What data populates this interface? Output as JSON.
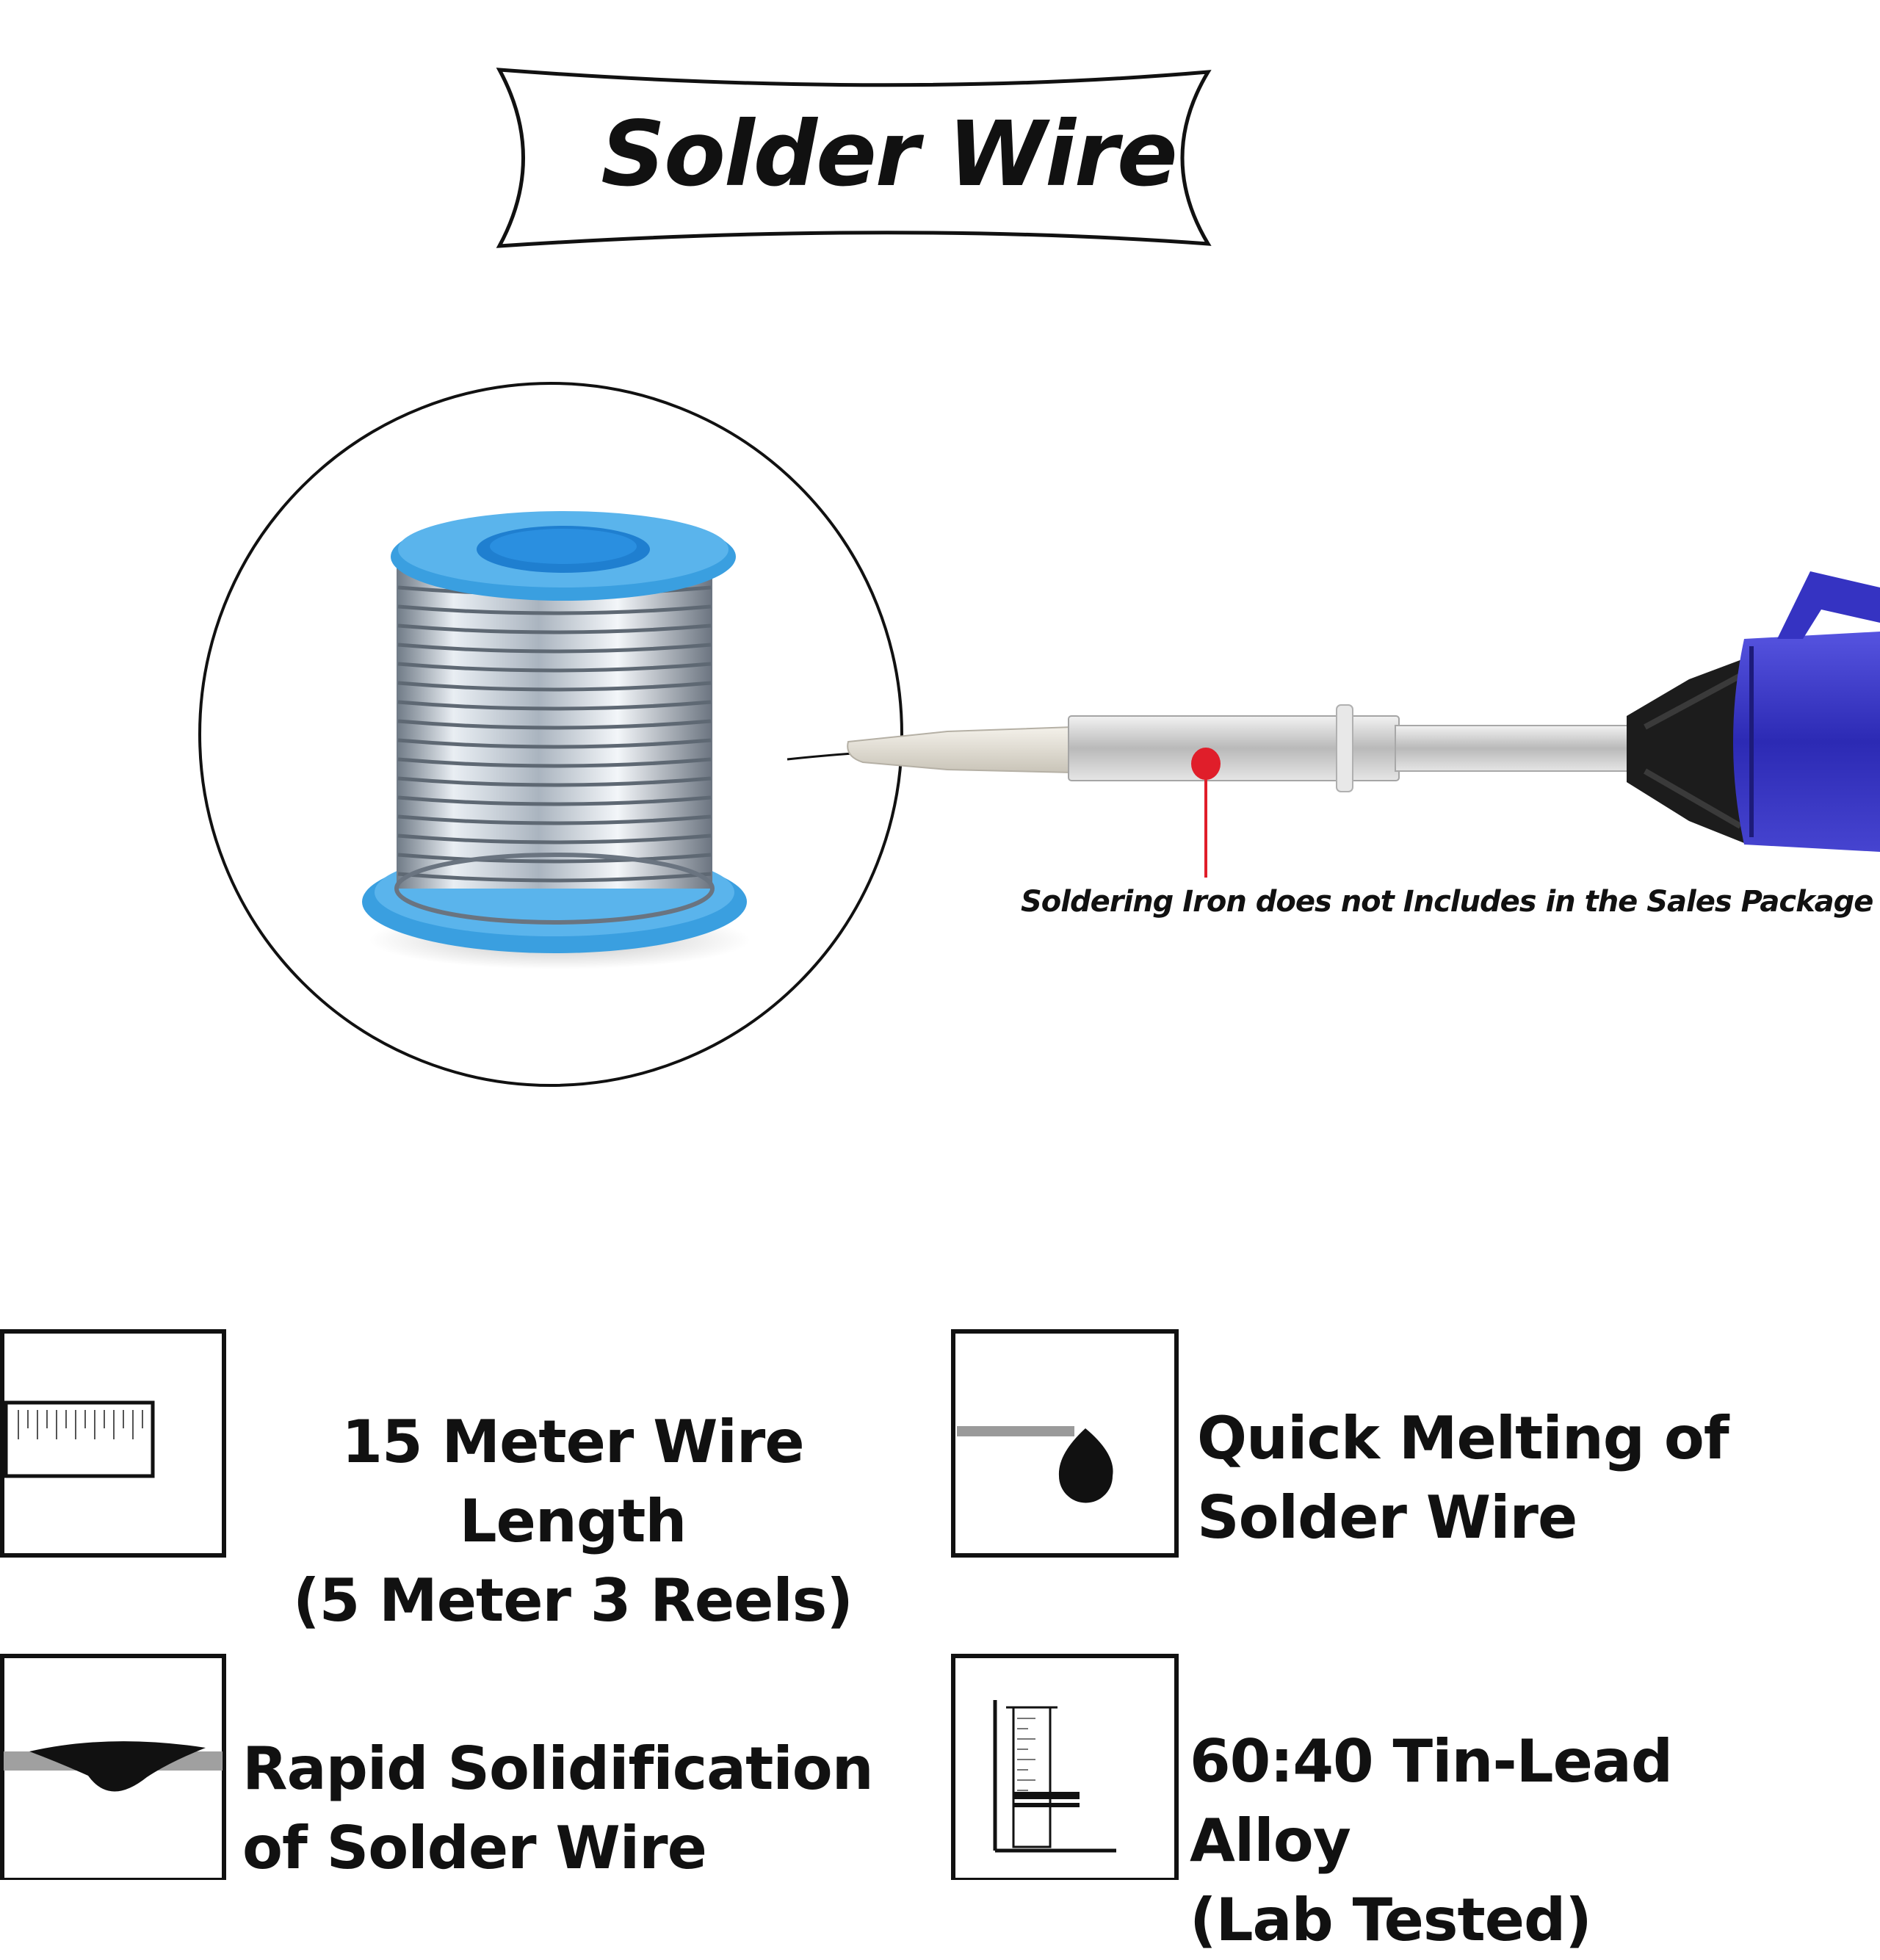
{
  "title": "Solder Wire",
  "disclaimer": "Soldering Iron does not Includes in the Sales Package",
  "colors": {
    "reel_blue": "#3a9fe0",
    "wire_silver": "#c9d2dc",
    "iron_handle": "#3a37c8",
    "marker_red": "#e01e2a",
    "ink": "#111111"
  },
  "features": [
    {
      "label": "15 Meter Wire Length\n(5 Meter 3 Reels)",
      "icon": "ruler-icon"
    },
    {
      "label": "Quick Melting of\nSolder Wire",
      "icon": "melting-drop-icon"
    },
    {
      "label": "Rapid Solidification\nof Solder Wire",
      "icon": "solidification-icon"
    },
    {
      "label": "60:40 Tin-Lead Alloy\n(Lab Tested)",
      "icon": "lab-beaker-icon"
    }
  ]
}
